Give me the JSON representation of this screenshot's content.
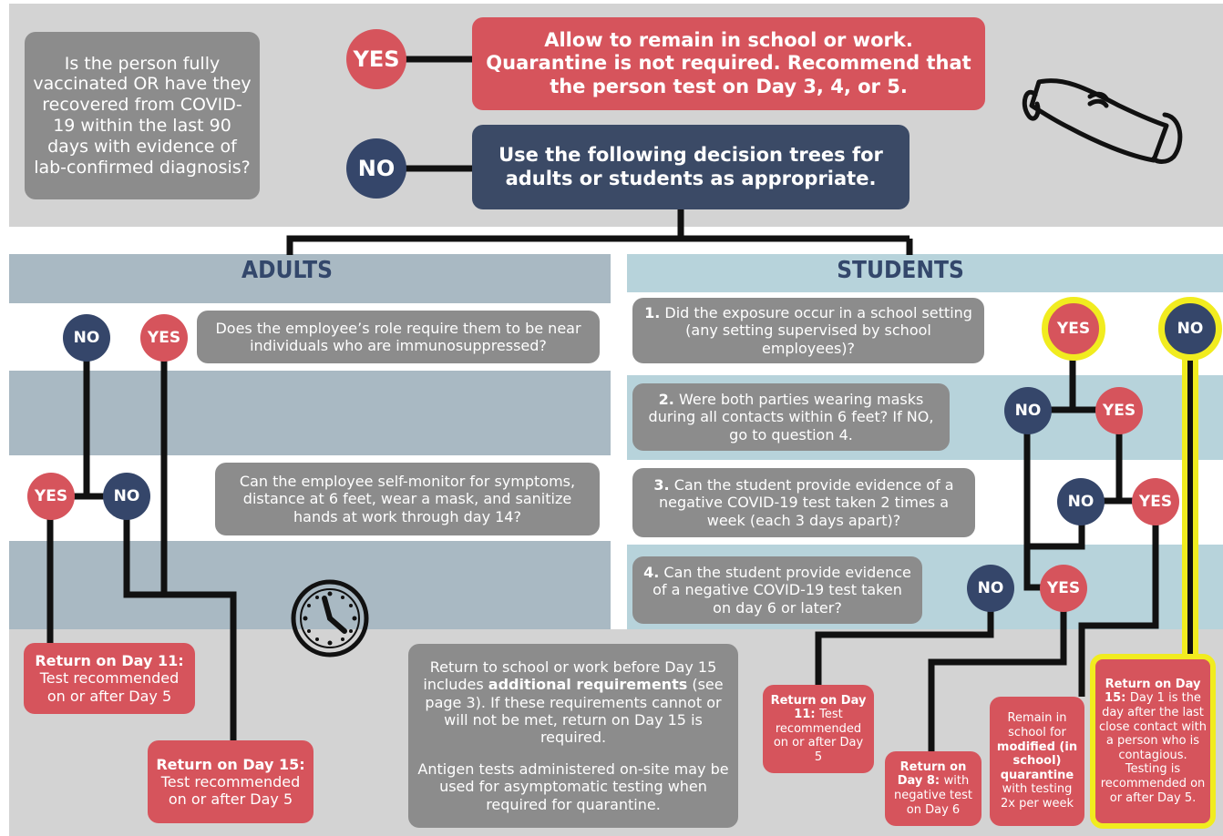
{
  "intro": {
    "question": "Is the person fully vaccinated OR have they recovered from COVID-19 within the last 90 days with evidence of lab-confirmed diagnosis?",
    "yes_label": "YES",
    "yes_result": "Allow to remain in school or work. Quarantine is not required. Recommend that the person test on Day 3, 4, or 5.",
    "no_label": "NO",
    "no_result": "Use the following decision trees for adults or students as appropriate."
  },
  "adults": {
    "title": "ADULTS",
    "q1": {
      "no": "NO",
      "yes": "YES",
      "text": "Does the employee’s role require them to be near individuals who are immunosuppressed?"
    },
    "q2": {
      "yes": "YES",
      "no": "NO",
      "text": "Can the employee self-monitor for symptoms, distance at 6 feet, wear a mask, and sanitize hands at work through day 14?"
    },
    "out_day11": {
      "title": "Return on Day 11:",
      "text": "Test recommended on or after Day 5"
    },
    "out_day15": {
      "title": "Return on Day 15:",
      "text": "Test recommended on or after Day 5"
    }
  },
  "note": {
    "p1_before": "Return to school or work before Day 15 includes ",
    "p1_bold": "additional requirements",
    "p1_after": " (see page 3). If these requirements cannot or will not be met, return on Day 15 is required.",
    "p2": "Antigen tests administered on-site may be used for asymptomatic testing when required for quarantine."
  },
  "students": {
    "title": "STUDENTS",
    "q1": {
      "num": "1.",
      "text": "Did the exposure occur in a school setting (any setting supervised by school employees)?",
      "yes": "YES",
      "no": "NO"
    },
    "q2": {
      "num": "2.",
      "text": "Were both parties wearing masks during all contacts within 6 feet? If NO, go to question 4.",
      "no": "NO",
      "yes": "YES"
    },
    "q3": {
      "num": "3.",
      "text": "Can the student provide evidence of a negative COVID-19 test taken 2 times a week (each 3 days apart)?",
      "no": "NO",
      "yes": "YES"
    },
    "q4": {
      "num": "4.",
      "text": "Can the student provide evidence of a negative COVID-19 test taken on day 6 or later?",
      "no": "NO",
      "yes": "YES"
    },
    "out_day11": {
      "title": "Return on Day 11:",
      "text": "Test recommended on or after Day 5"
    },
    "out_day8": {
      "title": "Return on Day 8:",
      "text": "with negative test on Day 6"
    },
    "out_remain": {
      "before": "Remain in school for ",
      "bold": "modified (in school) quarantine",
      "after": " with testing 2x per week"
    },
    "out_day15": {
      "title": "Return on Day 15:",
      "text": "Day 1 is the day after the last close contact with a person who is contagious. Testing is recommended on or after Day 5."
    }
  },
  "colors": {
    "red": "#d6545c",
    "navy": "#35466a",
    "yellow": "#f1ec1f",
    "grey_band": "#d3d3d3",
    "adult_band": "#a9b9c3",
    "student_band": "#b7d3db"
  },
  "icons": [
    "face-mask-icon",
    "clock-icon"
  ]
}
